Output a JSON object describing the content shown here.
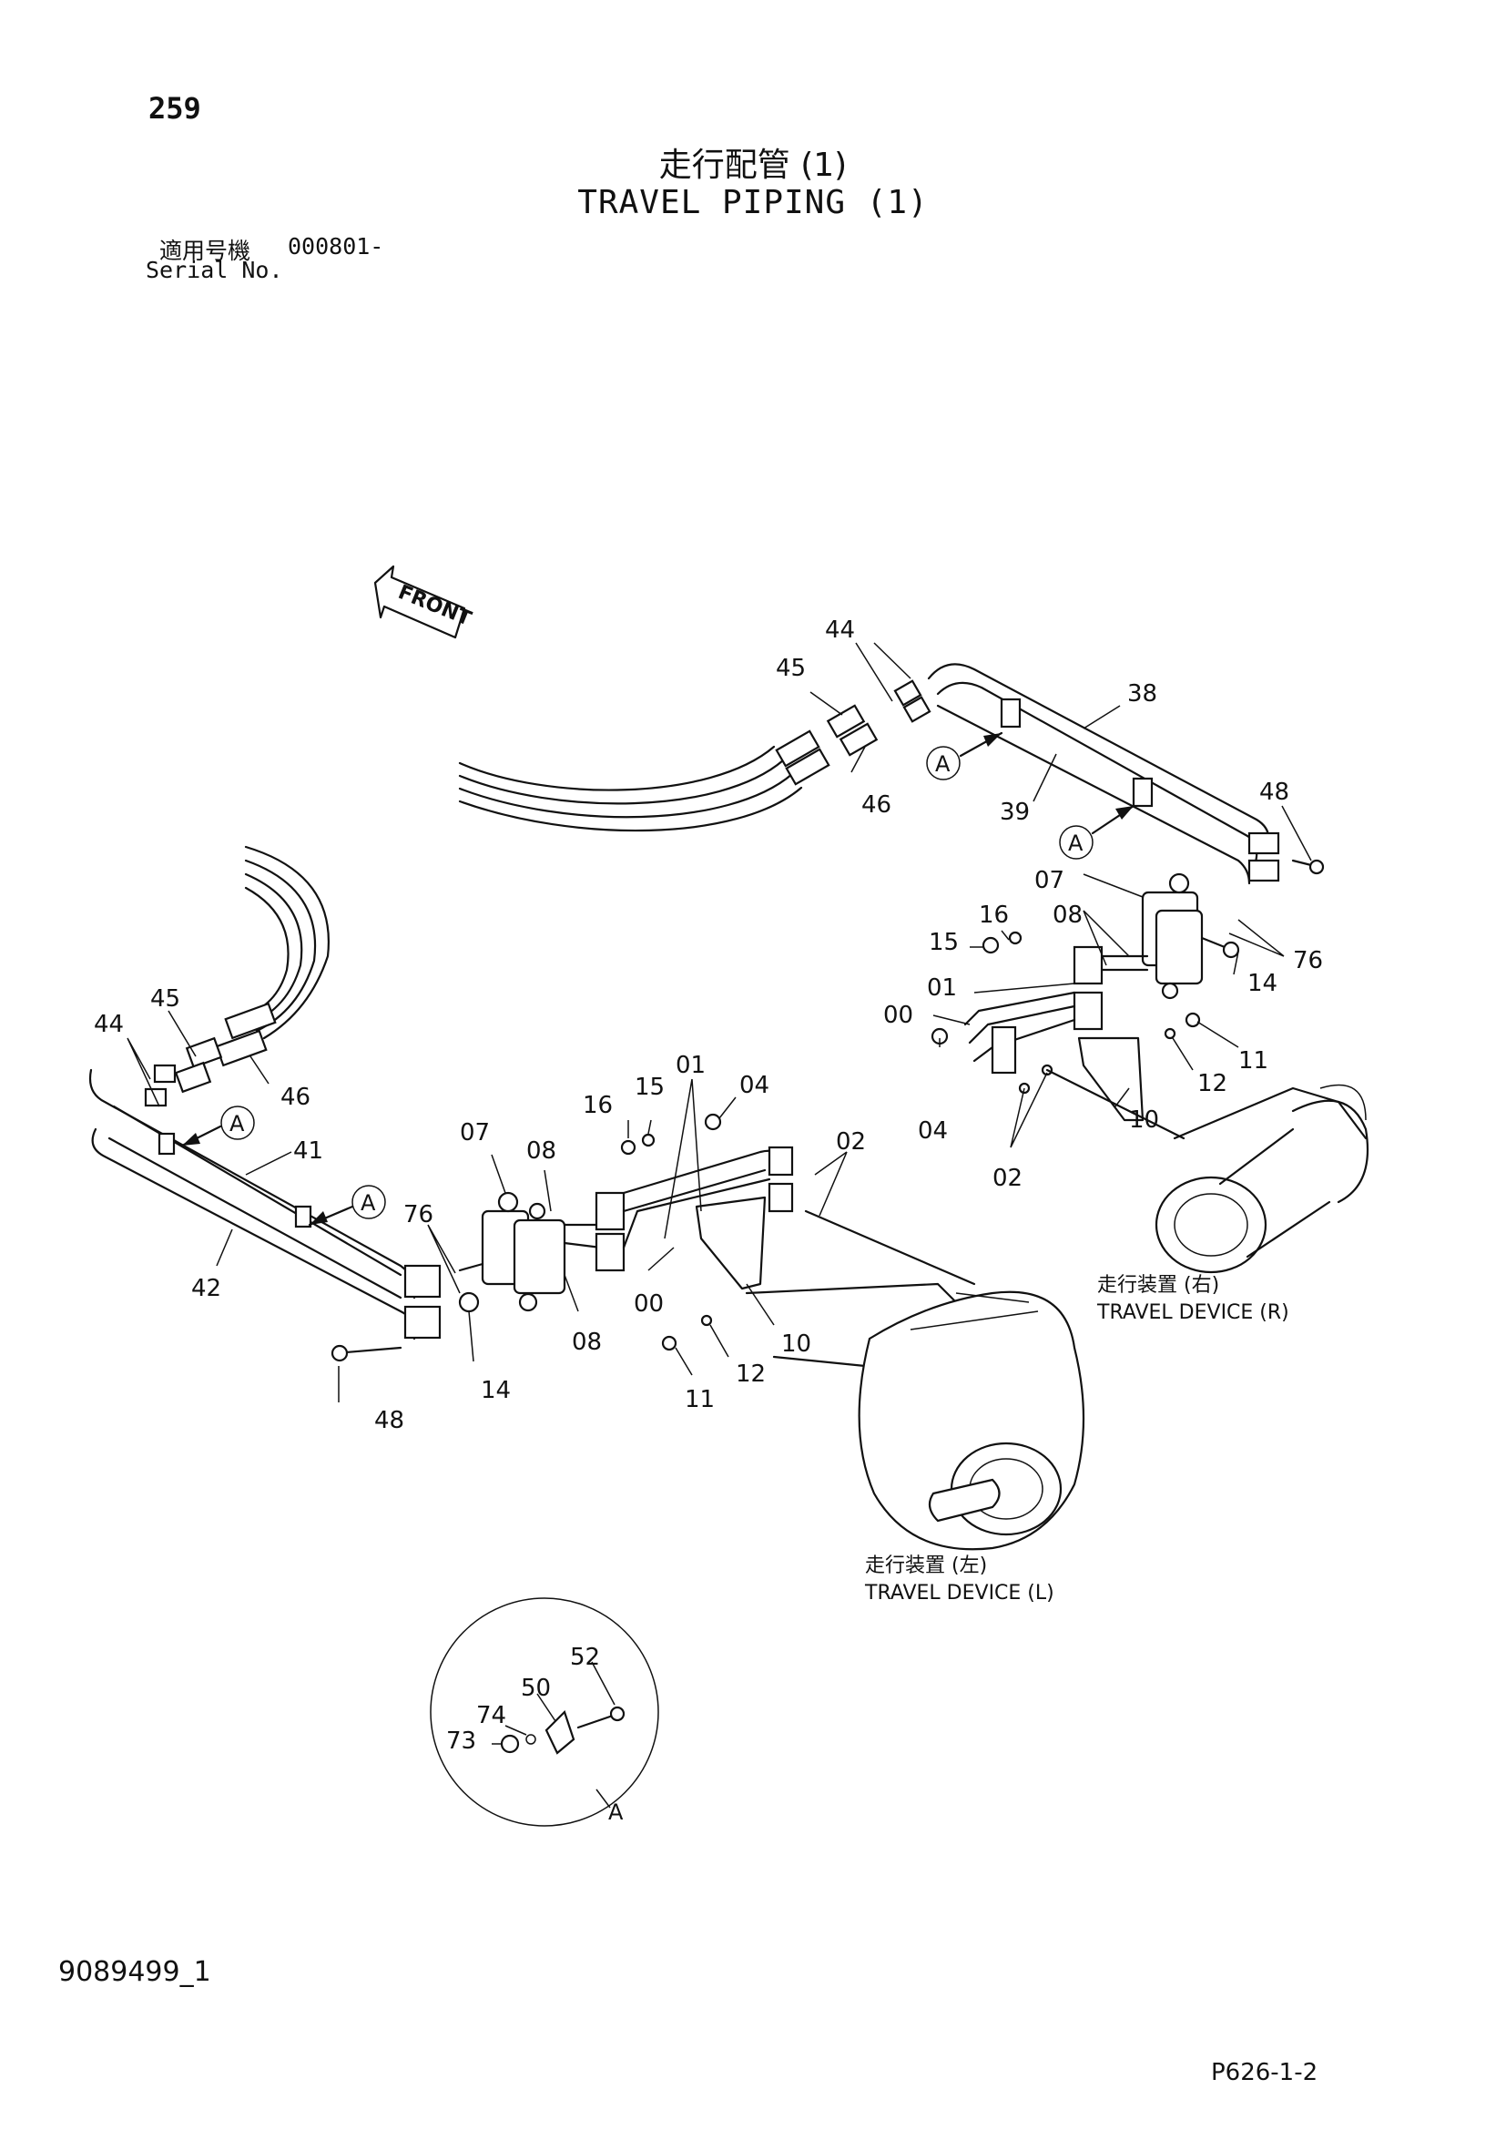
{
  "header": {
    "page_number": "259",
    "title_jp": "走行配管 (1)",
    "title_en": "TRAVEL PIPING (1)",
    "serial_label_jp": "適用号機",
    "serial_value": "000801-",
    "serial_label_en": "Serial No."
  },
  "direction_label": "FRONT",
  "detail_marker": "A",
  "detail_label": "A",
  "devices": {
    "right_jp": "走行装置 (右)",
    "right_en": "TRAVEL DEVICE (R)",
    "left_jp": "走行装置 (左)",
    "left_en": "TRAVEL DEVICE (L)"
  },
  "callouts": {
    "r44": "44",
    "r45": "45",
    "r46": "46",
    "r38": "38",
    "r39": "39",
    "r48": "48",
    "r07": "07",
    "r16": "16",
    "r08": "08",
    "r15": "15",
    "r76": "76",
    "r14": "14",
    "r01": "01",
    "r00": "00",
    "r11": "11",
    "r12": "12",
    "r10": "10",
    "r04": "04",
    "r02": "02",
    "l45": "45",
    "l44": "44",
    "l46": "46",
    "l41": "41",
    "l42": "42",
    "l76": "76",
    "l48": "48",
    "l14": "14",
    "l07": "07",
    "l08a": "08",
    "l08b": "08",
    "l16": "16",
    "l15": "15",
    "l01": "01",
    "l04": "04",
    "l02": "02",
    "l00": "00",
    "l10": "10",
    "l12": "12",
    "l11": "11",
    "d52": "52",
    "d50": "50",
    "d74": "74",
    "d73": "73"
  },
  "footer": {
    "doc_id": "9089499_1",
    "figure_code": "P626-1-2"
  }
}
